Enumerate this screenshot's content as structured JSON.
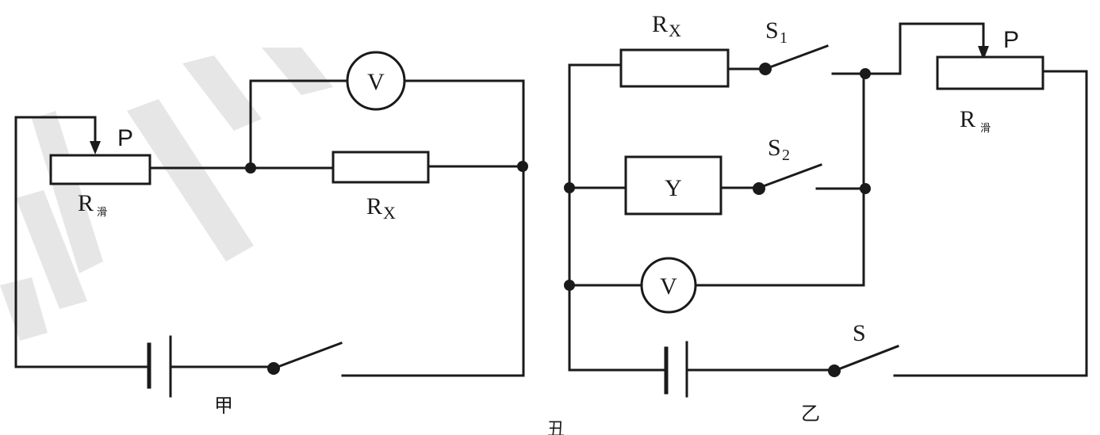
{
  "circuit_a": {
    "caption": "甲",
    "slider_label": "P",
    "rheostat_label": "R",
    "rheostat_sub": "滑",
    "resistor_label": "R",
    "resistor_sub": "X",
    "voltmeter_label": "V"
  },
  "circuit_b": {
    "caption": "乙",
    "resistor_label": "R",
    "resistor_sub": "X",
    "switch1_label": "S",
    "switch1_sub": "1",
    "switch2_label": "S",
    "switch2_sub": "2",
    "unknown_label": "Y",
    "voltmeter_label": "V",
    "main_switch_label": "S",
    "slider_label": "P",
    "rheostat_label": "R",
    "rheostat_sub": "滑"
  },
  "stray_mark": "丑",
  "colors": {
    "ink": "#1a1a1a",
    "watermark": "#e6e6e6"
  }
}
